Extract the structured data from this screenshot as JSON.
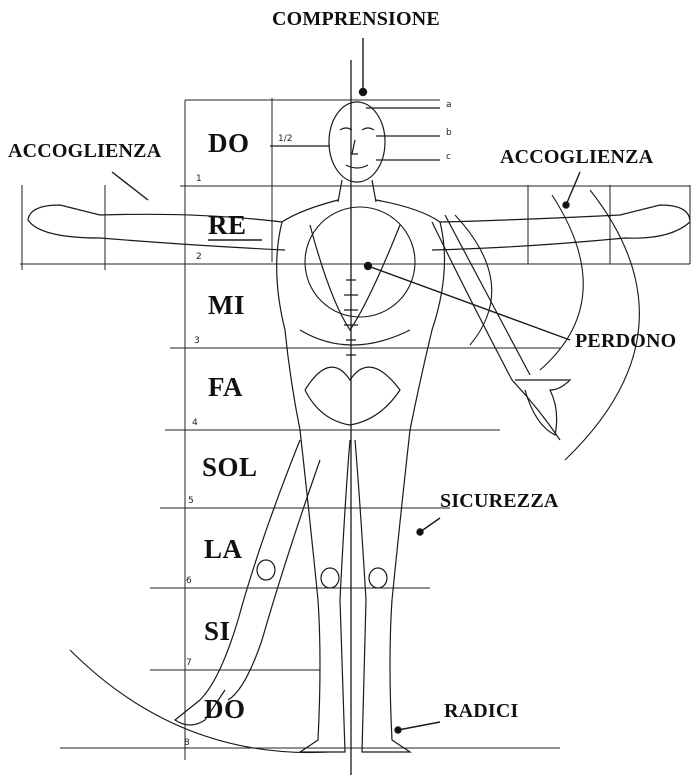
{
  "labels": {
    "top": "COMPRENSIONE",
    "left_arm": "ACCOGLIENZA",
    "right_arm": "ACCOGLIENZA",
    "perdono": "PERDONO",
    "sicurezza": "SICUREZZA",
    "radici": "RADICI"
  },
  "notes": [
    "DO",
    "RE",
    "MI",
    "FA",
    "SOL",
    "LA",
    "SI",
    "DO"
  ],
  "scale_marks": [
    "1",
    "2",
    "3",
    "4",
    "5",
    "6",
    "7",
    "8"
  ],
  "head_marks": [
    "a",
    "b",
    "c"
  ],
  "half_mark": "1/2"
}
